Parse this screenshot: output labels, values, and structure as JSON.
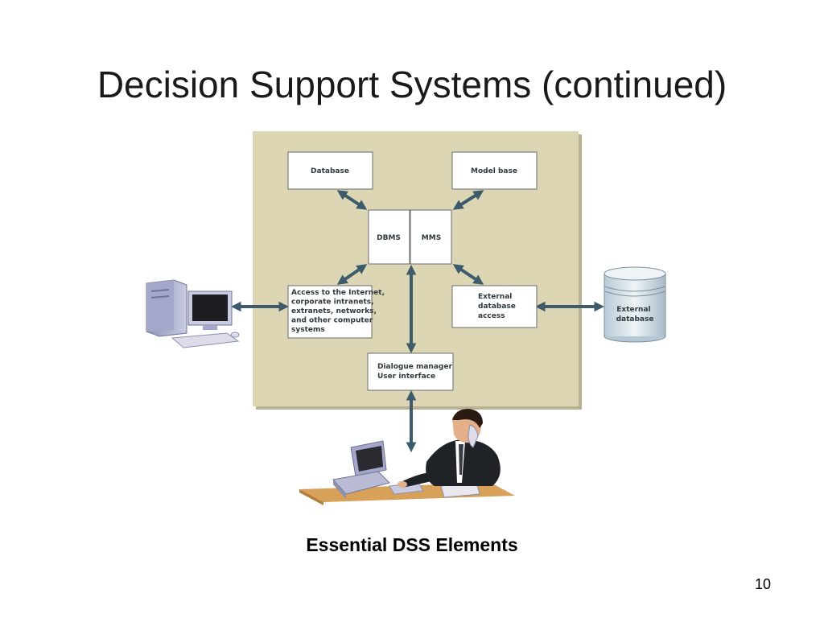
{
  "slide": {
    "title": "Decision Support Systems (continued)",
    "caption": "Essential DSS Elements",
    "page_number": "10"
  },
  "diagram": {
    "background_color": "#ddd6b4",
    "arrow_color": "#3d5b6b",
    "boxes": {
      "database": [
        "Database"
      ],
      "model_base": [
        "Model base"
      ],
      "dbms": [
        "DBMS"
      ],
      "mms": [
        "MMS"
      ],
      "access": [
        "Access to the Internet,",
        "corporate intranets,",
        "extranets, networks,",
        "and other computer",
        "systems"
      ],
      "external_access": [
        "External",
        "database",
        "access"
      ],
      "dialogue": [
        "Dialogue manager",
        "User interface"
      ],
      "external_database": [
        "External",
        "database"
      ]
    }
  }
}
